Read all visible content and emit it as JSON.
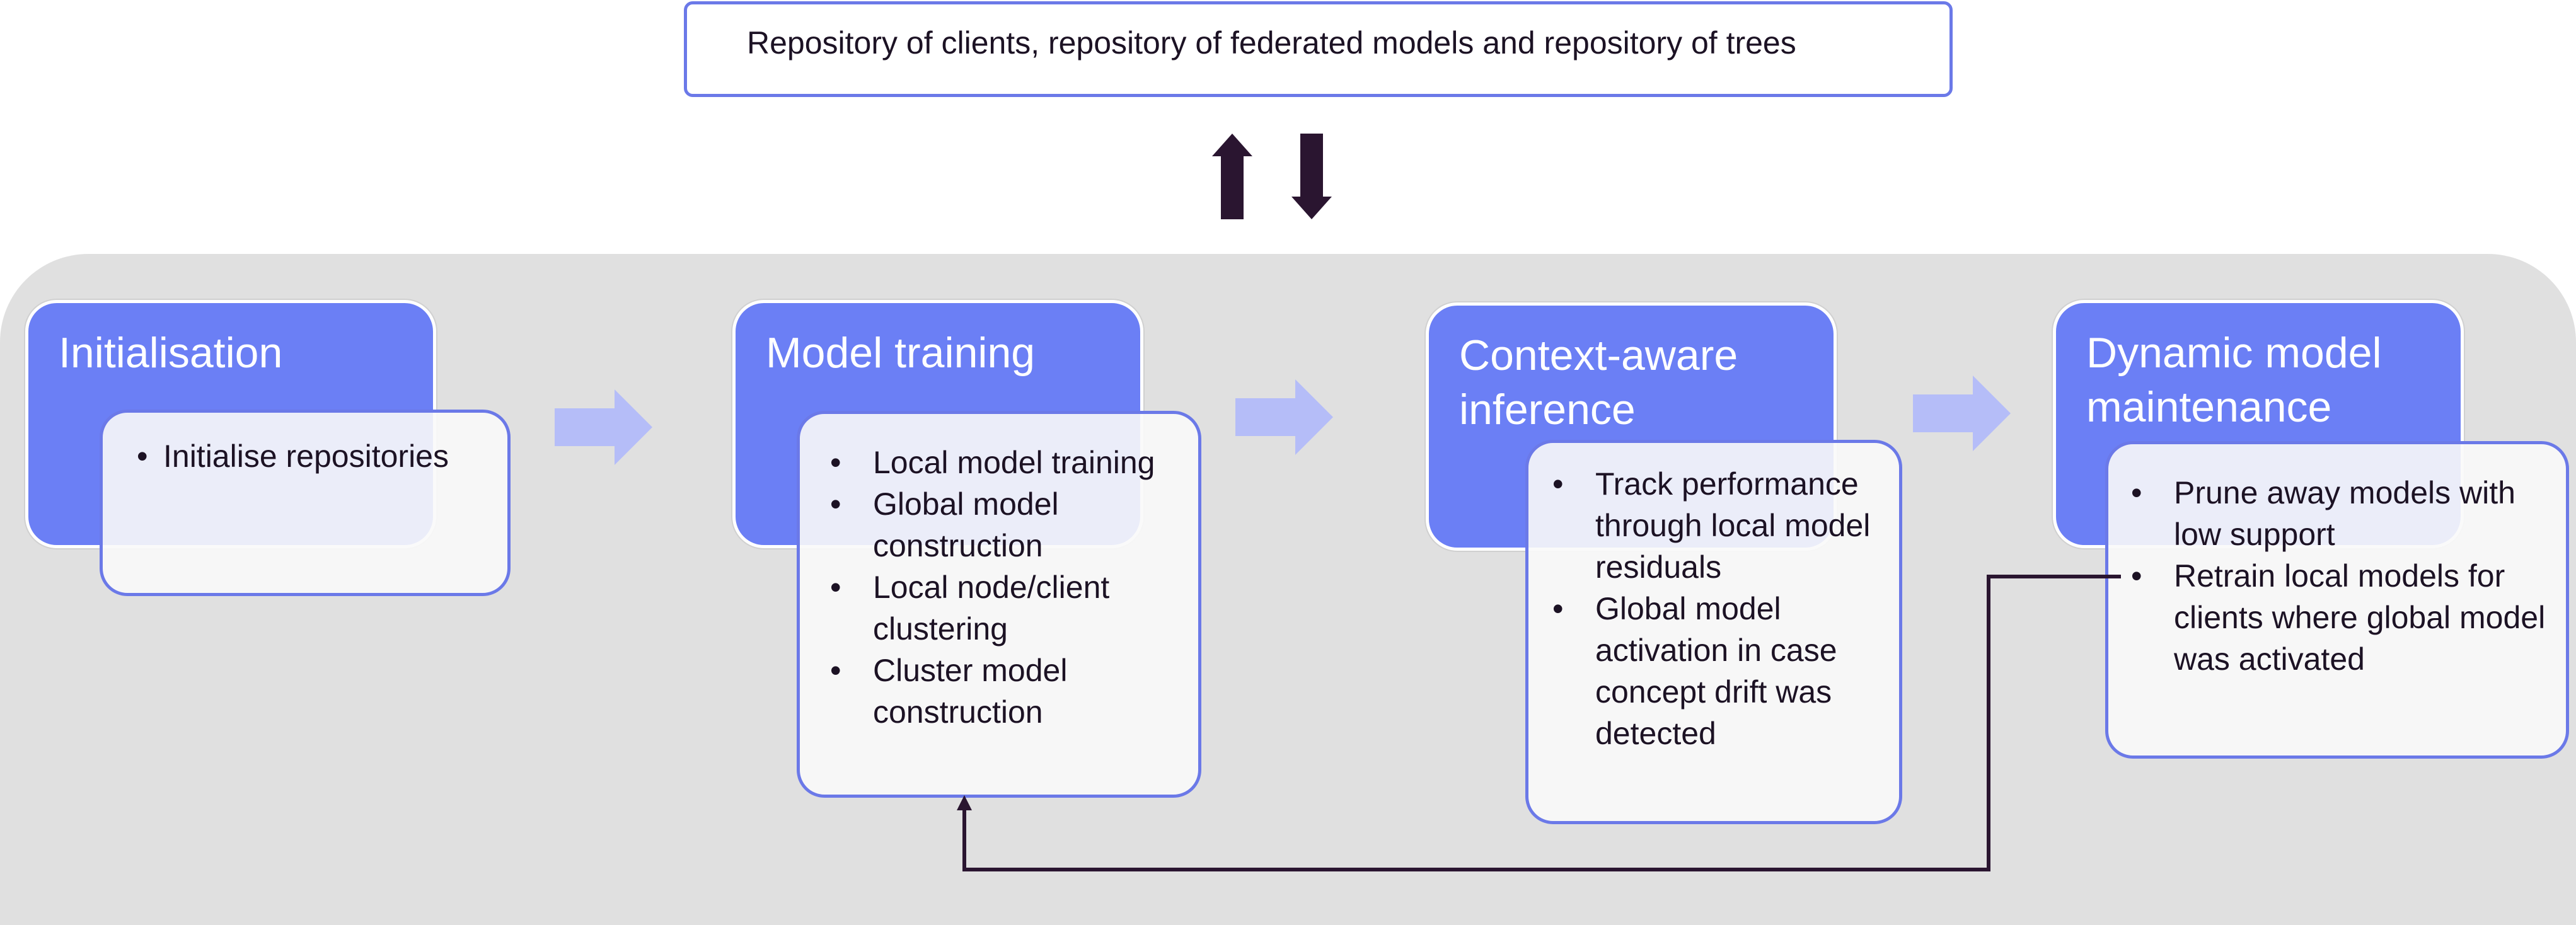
{
  "repository": {
    "label": "Repository of clients, repository of federated models and repository of trees"
  },
  "stages": [
    {
      "title": "Initialisation",
      "bullets": [
        "Initialise repositories"
      ]
    },
    {
      "title": "Model training",
      "bullets": [
        "Local model training",
        "Global model construction",
        "Local node/client clustering",
        "Cluster model construction"
      ]
    },
    {
      "title": "Context-aware\ninference",
      "bullets": [
        "Track performance through local model residuals",
        "Global model activation in case concept drift was detected"
      ]
    },
    {
      "title": "Dynamic model\nmaintenance",
      "bullets": [
        "Prune away models with low support",
        "Retrain local models for clients where global model was activated"
      ]
    }
  ],
  "colors": {
    "stage_fill": "#6b7ff5",
    "card_border": "#6b79e8",
    "flow_arrow": "#b5bdf8",
    "dark_arrow": "#2a1530",
    "background_band": "#e0e0e0"
  }
}
